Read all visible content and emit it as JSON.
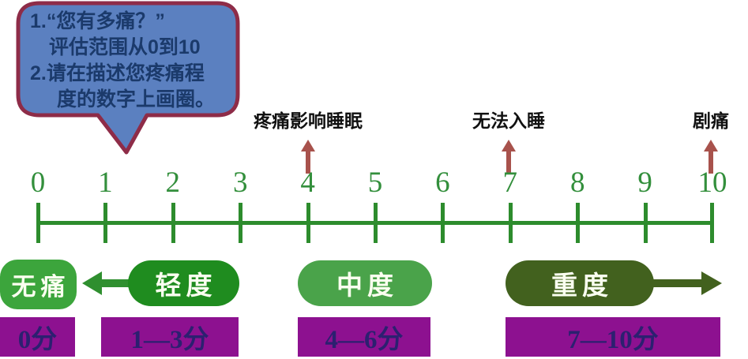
{
  "bubble": {
    "lines": [
      "1.“您有多痛？”",
      "评估范围从0到10",
      "2.请在描述您疼痛程",
      "度的数字上画圈。"
    ]
  },
  "annotations": [
    {
      "label": "疼痛影响睡眠",
      "at_number": "4"
    },
    {
      "label": "无法入睡",
      "at_number": "7"
    },
    {
      "label": "剧痛",
      "at_number": "10"
    }
  ],
  "scale": {
    "min": 0,
    "max": 10,
    "numbers": [
      "0",
      "1",
      "2",
      "3",
      "4",
      "5",
      "6",
      "7",
      "8",
      "9",
      "10"
    ]
  },
  "categories": [
    {
      "label": "无痛",
      "range": "0分"
    },
    {
      "label": "轻度",
      "range": "1—3分"
    },
    {
      "label": "中度",
      "range": "4—6分"
    },
    {
      "label": "重度",
      "range": "7—10分"
    }
  ],
  "colors": {
    "bubble_fill": "#5b80c0",
    "bubble_border": "#8e2c48",
    "bubble_text": "#1b3a6b",
    "annotation_text": "#111111",
    "annotation_arrow": "#a8524c",
    "scale_line_green": "#2d8c2d",
    "scale_number_green": "#338f3c",
    "no_pain_fill": "#3ca53c",
    "mild_fill": "#1f8c1f",
    "moderate_fill": "#4aa34a",
    "severe_fill": "#42611e",
    "pill_text": "#fbfff0",
    "score_box_fill": "#8d1190",
    "score_text": "#2c2070"
  }
}
